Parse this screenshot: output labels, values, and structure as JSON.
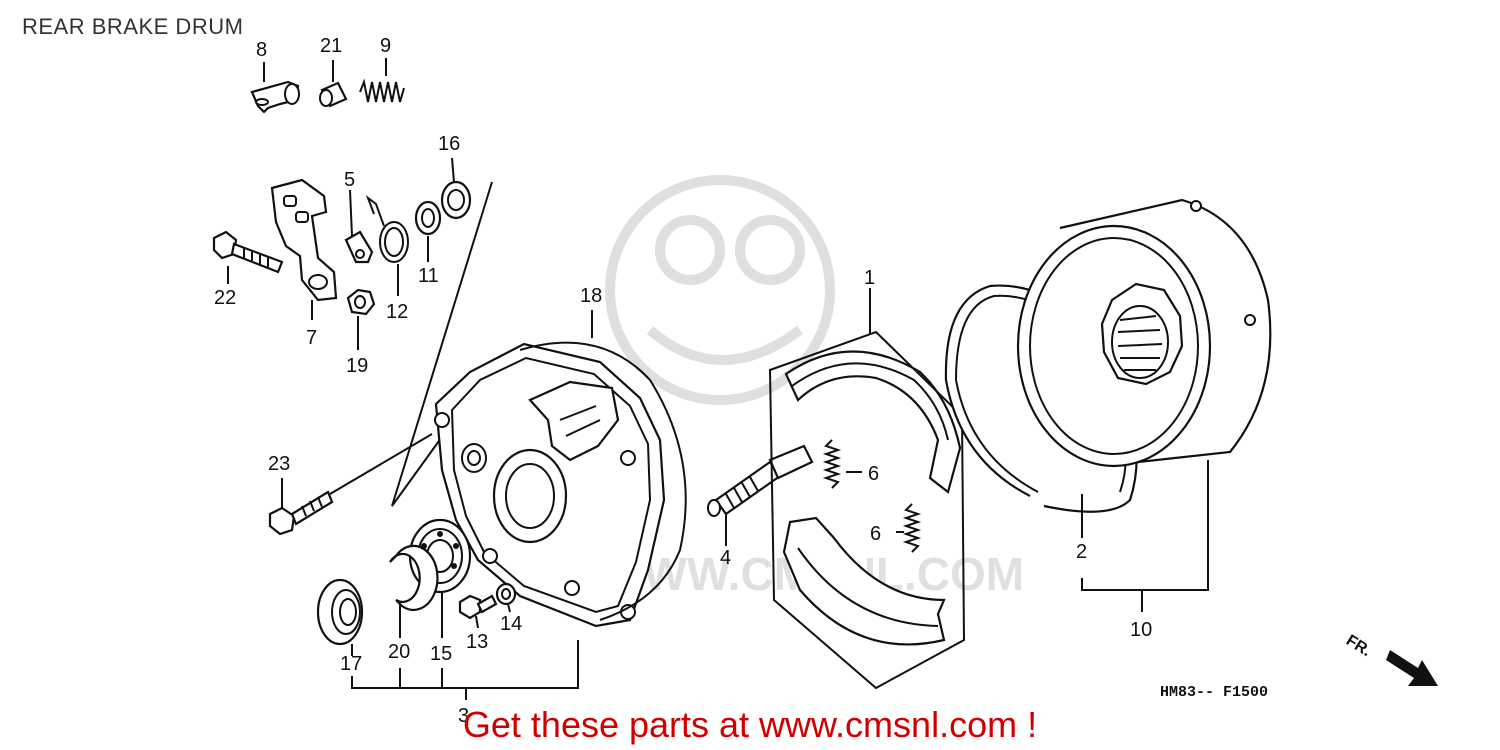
{
  "title": "REAR BRAKE DRUM",
  "diagram_code": "HM83-- F1500",
  "direction_label": "FR.",
  "watermark_text": "WWW.CMSNL.COM",
  "promo_text": "Get these parts at www.cmsnl.com !",
  "callouts": {
    "p1": "1",
    "p2": "2",
    "p3": "3",
    "p4": "4",
    "p5": "5",
    "p6a": "6",
    "p6b": "6",
    "p7": "7",
    "p8": "8",
    "p9": "9",
    "p10": "10",
    "p11": "11",
    "p12": "12",
    "p13": "13",
    "p14": "14",
    "p15": "15",
    "p16": "16",
    "p17": "17",
    "p18": "18",
    "p19": "19",
    "p20": "20",
    "p21": "21",
    "p22": "22",
    "p23": "23"
  },
  "colors": {
    "promo": "#d10000",
    "line": "#111111",
    "watermark": "#dcdcdc"
  }
}
